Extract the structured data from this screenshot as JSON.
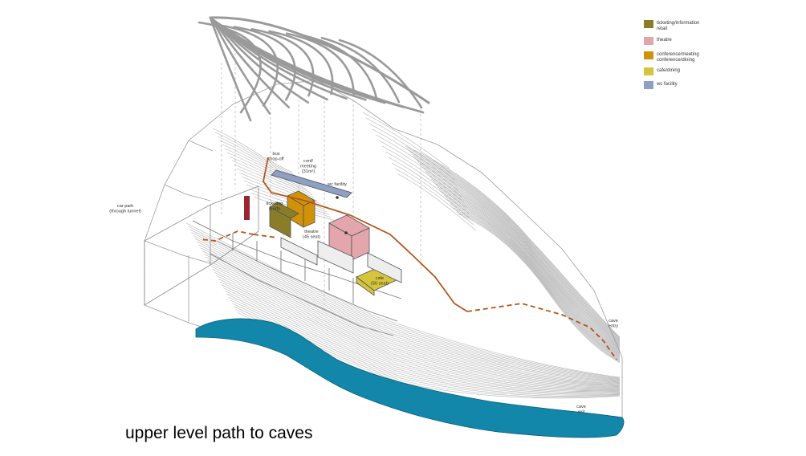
{
  "caption": "upper level path to caves",
  "legend": [
    {
      "lines": [
        "ticketing/information",
        "retail"
      ],
      "color": "#8a7d2a"
    },
    {
      "lines": [
        "theatre"
      ],
      "color": "#e3a6ad"
    },
    {
      "lines": [
        "conference/meeting",
        "conference/dining"
      ],
      "color": "#cf9209"
    },
    {
      "lines": [
        "cafe/dining"
      ],
      "color": "#d5c53c"
    },
    {
      "lines": [
        "wc facility"
      ],
      "color": "#8ea0c4"
    }
  ],
  "labels": {
    "car_park": [
      "car park",
      "(through tunnel)"
    ],
    "bus": [
      "bus",
      "drop-off"
    ],
    "conf": [
      "conf/",
      "meeting",
      "(31m²)"
    ],
    "wc": [
      "wc facility"
    ],
    "ticketing": [
      "ticketing",
      "& info"
    ],
    "theatre": [
      "theatre",
      "(45 seat)"
    ],
    "cafe": [
      "cafe",
      "(50 seat)"
    ],
    "cave_entry": [
      "cave",
      "entry"
    ],
    "cave_exit": [
      "cave",
      "exit"
    ]
  },
  "colors": {
    "path": "#b5561e",
    "water": "#1287aa",
    "red_pillar": "#9c2330",
    "roof": "#9a9a9a"
  },
  "icons": [
    "roof-canopy-icon",
    "red-pillar-icon",
    "water-channel-icon"
  ]
}
